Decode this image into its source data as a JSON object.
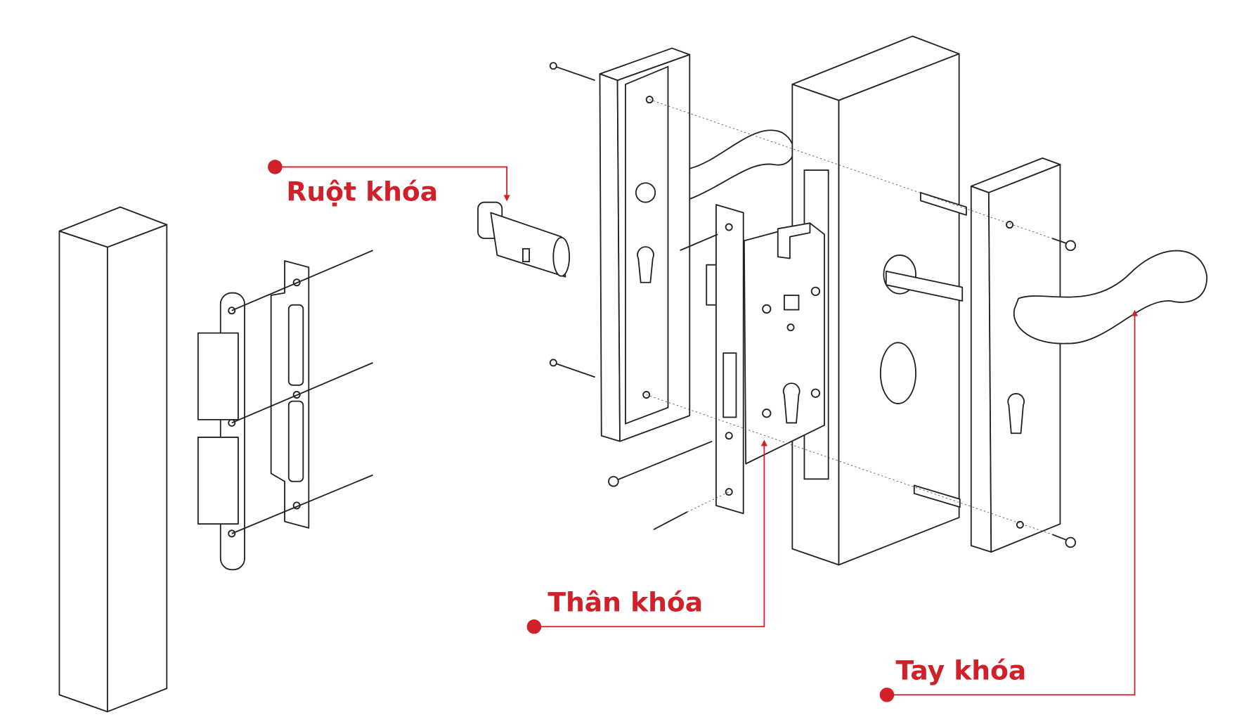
{
  "title": "Lock assembly exploded diagram",
  "labels": {
    "cylinder": "Ruột khóa",
    "body": "Thân khóa",
    "handle": "Tay khóa"
  },
  "colors": {
    "accent": "#d0202a",
    "line": "#222222"
  }
}
